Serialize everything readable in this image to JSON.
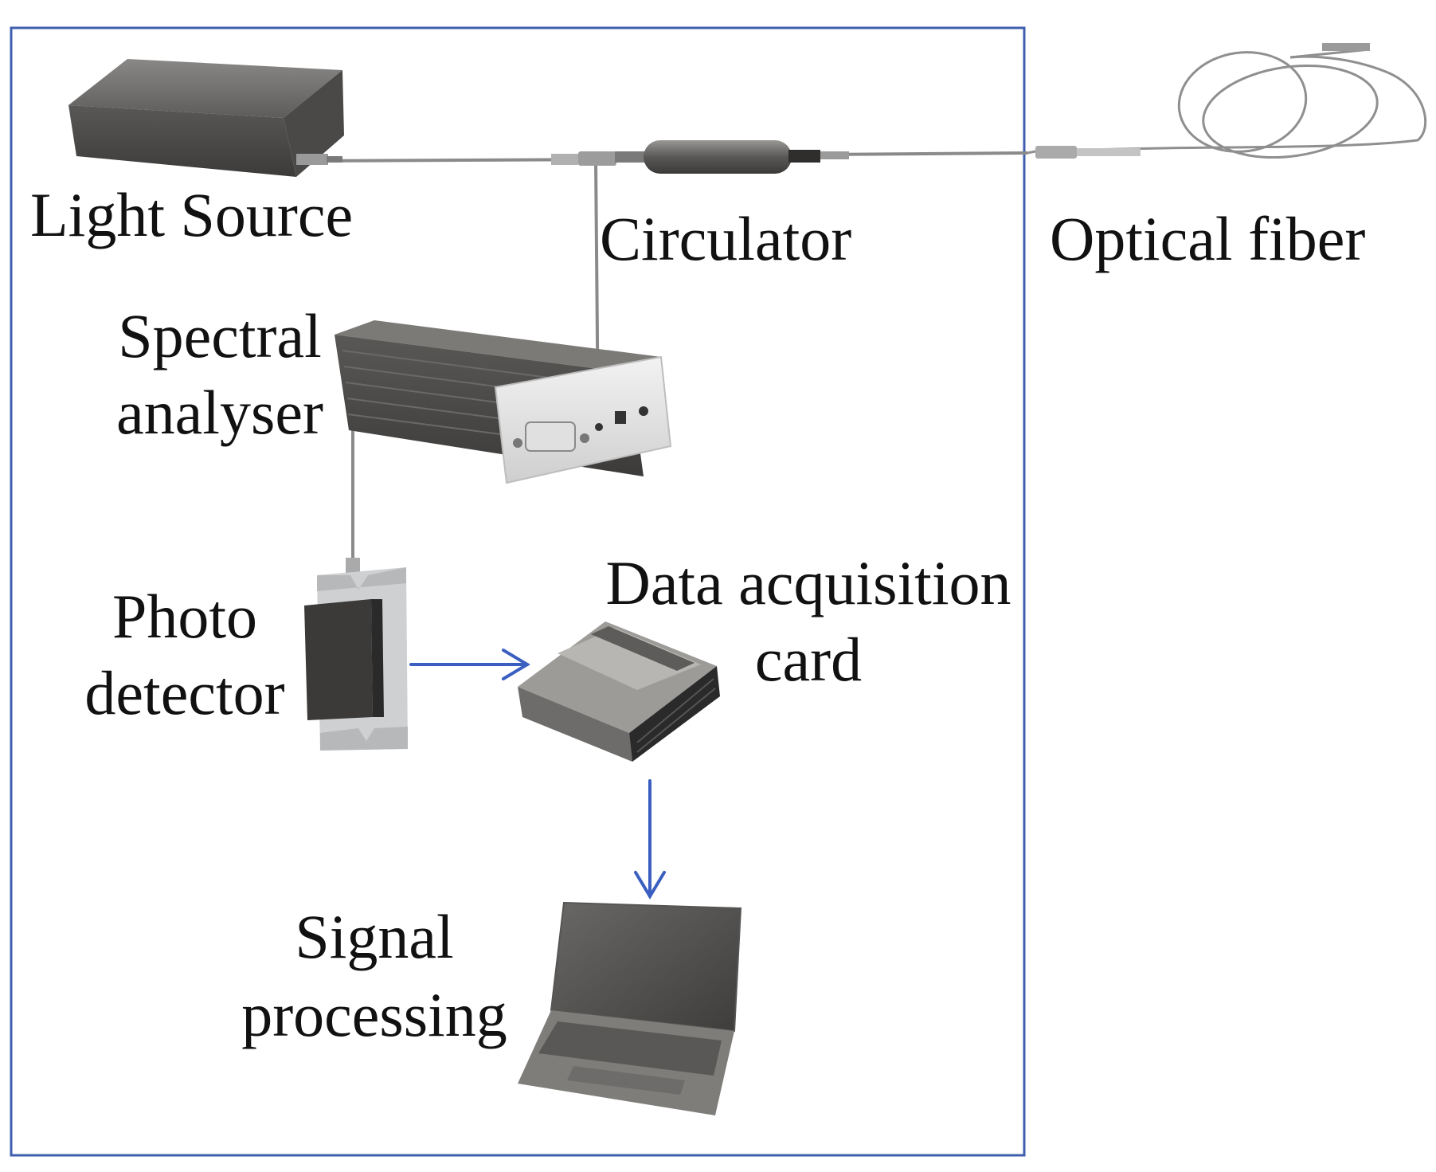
{
  "labels": {
    "light_source": "Light Source",
    "circulator": "Circulator",
    "optical_fiber": "Optical fiber",
    "spectral_line1": "Spectral",
    "spectral_line2": "analyser",
    "photo_line1": "Photo",
    "photo_line2": "detector",
    "daq_line1": "Data acquisition",
    "daq_line2": "card",
    "signal_line1": "Signal",
    "signal_line2": "processing"
  },
  "colors": {
    "frame": "#3f5fae",
    "arrow": "#3a5fc0",
    "device_dark": "#5a5856",
    "device_mid": "#7b7976",
    "device_light": "#a9a7a4",
    "fiber": "#8a8a8a",
    "text": "#111111"
  }
}
